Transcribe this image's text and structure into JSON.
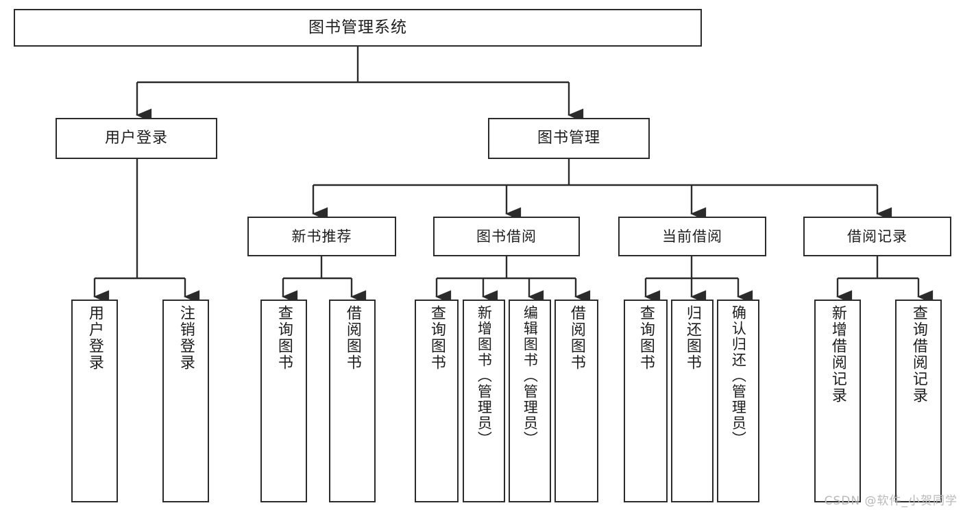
{
  "diagram": {
    "title": "图书管理系统",
    "watermark": "CSDN @软件_小贺同学",
    "colors": {
      "stroke": "#2b2b2b",
      "fill": "#ffffff",
      "text": "#1d1d1d",
      "watermark": "#b9b9b9"
    },
    "root": {
      "label": "图书管理系统"
    },
    "level1": [
      {
        "id": "user-login",
        "label": "用户登录"
      },
      {
        "id": "book-management",
        "label": "图书管理"
      }
    ],
    "level2": [
      {
        "id": "new-book-recommend",
        "label": "新书推荐",
        "parent": "book-management"
      },
      {
        "id": "book-borrow",
        "label": "图书借阅",
        "parent": "book-management"
      },
      {
        "id": "current-borrow",
        "label": "当前借阅",
        "parent": "book-management"
      },
      {
        "id": "borrow-record",
        "label": "借阅记录",
        "parent": "book-management"
      }
    ],
    "leaves": [
      {
        "id": "leaf-user-login",
        "label": "用户登录",
        "parent": "user-login"
      },
      {
        "id": "leaf-user-logout",
        "label": "注销登录",
        "parent": "user-login"
      },
      {
        "id": "leaf-query-book-1",
        "label": "查询图书",
        "parent": "new-book-recommend"
      },
      {
        "id": "leaf-borrow-book-1",
        "label": "借阅图书",
        "parent": "new-book-recommend"
      },
      {
        "id": "leaf-query-book-2",
        "label": "查询图书",
        "parent": "book-borrow"
      },
      {
        "id": "leaf-add-book",
        "label": "新增图书（管理员）",
        "parent": "book-borrow"
      },
      {
        "id": "leaf-edit-book",
        "label": "编辑图书（管理员）",
        "parent": "book-borrow"
      },
      {
        "id": "leaf-borrow-book-2",
        "label": "借阅图书",
        "parent": "book-borrow"
      },
      {
        "id": "leaf-query-book-3",
        "label": "查询图书",
        "parent": "current-borrow"
      },
      {
        "id": "leaf-return-book",
        "label": "归还图书",
        "parent": "current-borrow"
      },
      {
        "id": "leaf-confirm-return",
        "label": "确认归还（管理员）",
        "parent": "current-borrow"
      },
      {
        "id": "leaf-add-record",
        "label": "新增借阅记录",
        "parent": "borrow-record"
      },
      {
        "id": "leaf-query-record",
        "label": "查询借阅记录",
        "parent": "borrow-record"
      }
    ]
  }
}
